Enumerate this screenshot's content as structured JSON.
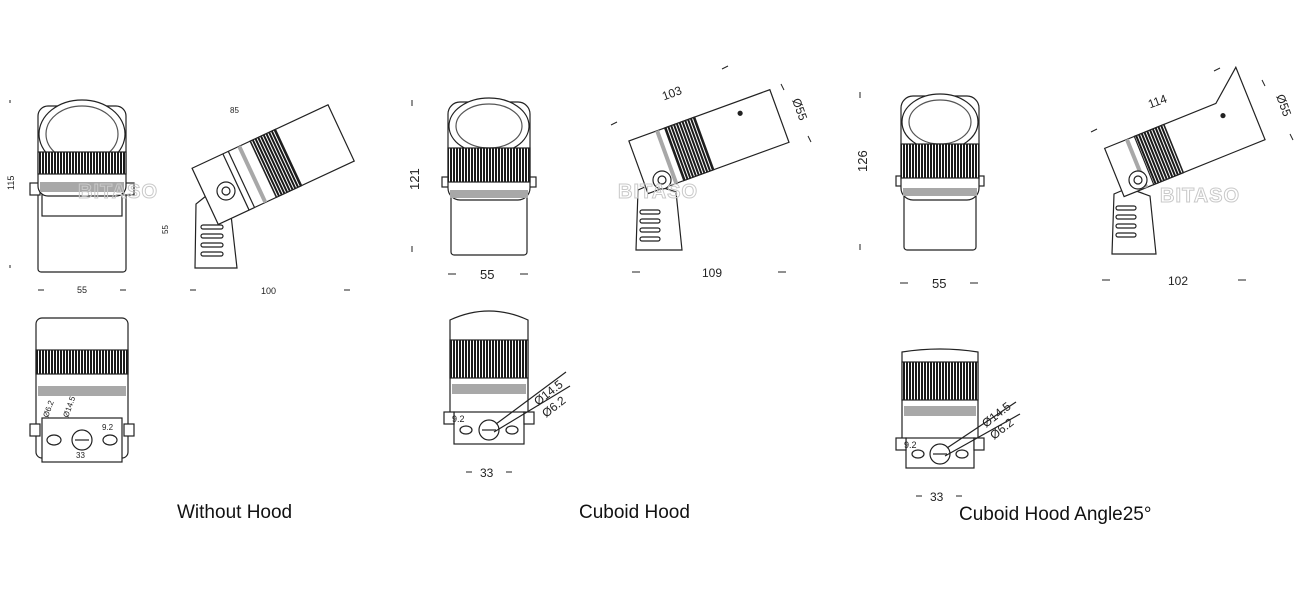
{
  "captions": {
    "without_hood": "Without Hood",
    "cuboid_hood": "Cuboid Hood",
    "cuboid_hood_angle": "Cuboid Hood Angle25°"
  },
  "watermark": "BITASO",
  "dims": {
    "a": {
      "height": "115",
      "width": "55",
      "side_top": "85",
      "side_height": "55",
      "side_width": "100",
      "hole_a": "Ø6.2",
      "hole_b": "Ø14.5",
      "hole_spacing": "9.2",
      "base_width": "33"
    },
    "b": {
      "height": "121",
      "width": "55",
      "side_top": "103",
      "side_dia": "Ø55",
      "side_width": "109",
      "hole_big": "Ø14.5",
      "hole_small": "Ø6.2",
      "hole_spacing": "9.2",
      "base_width": "33"
    },
    "c": {
      "height": "126",
      "width": "55",
      "side_top": "114",
      "side_dia": "Ø55",
      "side_width": "102",
      "hole_big": "Ø14.5",
      "hole_small": "Ø6.2",
      "hole_spacing": "9.2",
      "base_width": "33"
    }
  },
  "colors": {
    "line": "#222222",
    "knurl": "#1a1a1a",
    "band": "#a8a8a8",
    "watermark": "#c9c9c9"
  }
}
